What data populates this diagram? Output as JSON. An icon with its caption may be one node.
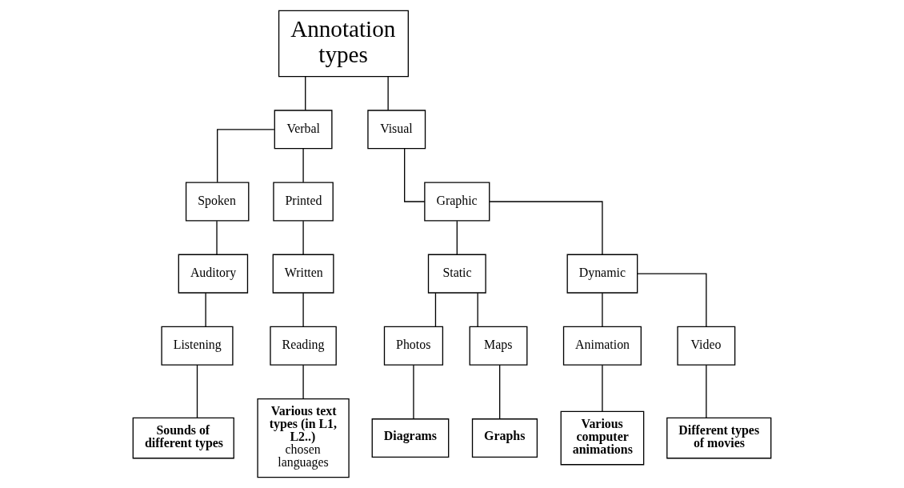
{
  "diagram": {
    "nodes": [
      {
        "text": [
          "Annotation types"
        ]
      },
      {
        "text": [
          "Verbal"
        ]
      },
      {
        "text": [
          "Visual"
        ]
      },
      {
        "text": [
          "Spoken"
        ]
      },
      {
        "text": [
          "Printed"
        ]
      },
      {
        "text": [
          "Graphic"
        ]
      },
      {
        "text": [
          "Static"
        ]
      },
      {
        "text": [
          "Dynamic"
        ]
      },
      {
        "text": [
          "Auditory"
        ]
      },
      {
        "text": [
          "Written"
        ]
      },
      {
        "text": [
          "Photos"
        ]
      },
      {
        "text": [
          "Maps"
        ]
      },
      {
        "text": [
          "Animation"
        ]
      },
      {
        "text": [
          "Video"
        ]
      },
      {
        "text": [
          "Listening"
        ]
      },
      {
        "text": [
          "Reading"
        ]
      },
      {
        "text": [
          "Sounds of different types"
        ]
      },
      {
        "text": [
          "**Various text types (in L1, L2..)** chosen languages"
        ]
      },
      {
        "text": [
          "Diagrams"
        ]
      },
      {
        "text": [
          "Graphs"
        ]
      },
      {
        "text": [
          "Various computer animations"
        ]
      },
      {
        "text": [
          "Different types of movies"
        ]
      }
    ],
    "edges": [
      {
        "from": 0,
        "to": 1,
        "arrow": "none"
      },
      {
        "from": 0,
        "to": 2,
        "arrow": "none"
      },
      {
        "from": 1,
        "to": 3,
        "arrow": "none"
      },
      {
        "from": 1,
        "to": 4,
        "arrow": "none"
      },
      {
        "from": 2,
        "to": 5,
        "arrow": "none"
      },
      {
        "from": 5,
        "to": 6,
        "arrow": "none"
      },
      {
        "from": 5,
        "to": 7,
        "arrow": "none"
      },
      {
        "from": 3,
        "to": 8,
        "arrow": "none"
      },
      {
        "from": 4,
        "to": 9,
        "arrow": "none"
      },
      {
        "from": 6,
        "to": 10,
        "arrow": "none"
      },
      {
        "from": 6,
        "to": 11,
        "arrow": "none"
      },
      {
        "from": 7,
        "to": 12,
        "arrow": "none"
      },
      {
        "from": 7,
        "to": 13,
        "arrow": "none"
      },
      {
        "from": 8,
        "to": 14,
        "arrow": "none"
      },
      {
        "from": 9,
        "to": 15,
        "arrow": "none"
      },
      {
        "from": 10,
        "to": 18,
        "arrow": "none"
      },
      {
        "from": 11,
        "to": 19,
        "arrow": "none"
      },
      {
        "from": 12,
        "to": 20,
        "arrow": "none"
      },
      {
        "from": 13,
        "to": 21,
        "arrow": "none"
      },
      {
        "from": 14,
        "to": 16,
        "arrow": "none"
      },
      {
        "from": 15,
        "to": 17,
        "arrow": "none"
      }
    ]
  }
}
